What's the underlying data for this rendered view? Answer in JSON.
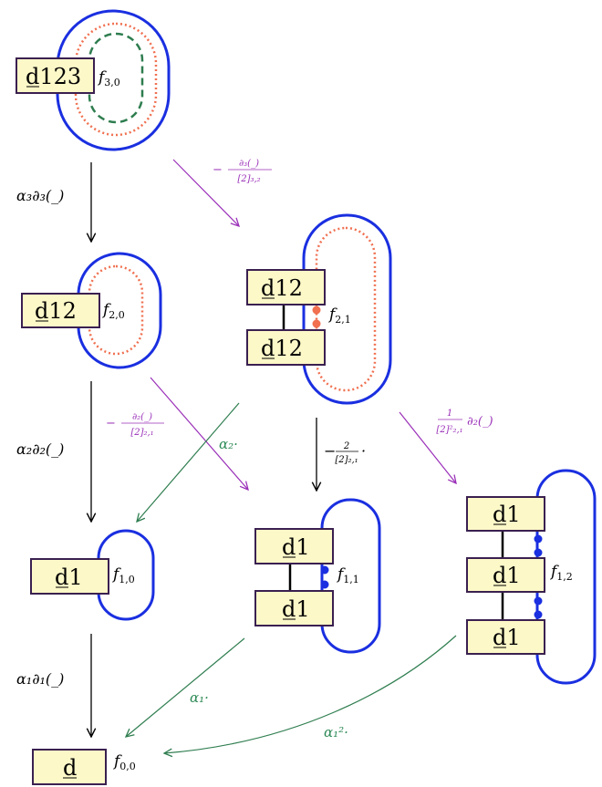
{
  "boxes": {
    "d123": "d123",
    "d12_a": "d12",
    "d12_b": "d12",
    "d12_c": "d12",
    "d1_10": "d1",
    "d1_11a": "d1",
    "d1_11b": "d1",
    "d1_12a": "d1",
    "d1_12b": "d1",
    "d1_12c": "d1",
    "d": "d"
  },
  "labels": {
    "f30": {
      "main": "f",
      "sub": "3,0"
    },
    "f20": {
      "main": "f",
      "sub": "2,0"
    },
    "f21": {
      "main": "f",
      "sub": "2,1"
    },
    "f10": {
      "main": "f",
      "sub": "1,0"
    },
    "f11": {
      "main": "f",
      "sub": "1,1"
    },
    "f12": {
      "main": "f",
      "sub": "1,2"
    },
    "f00": {
      "main": "f",
      "sub": "0,0"
    }
  },
  "edges": {
    "a3": "α₃∂₃(_)",
    "a2": "α₂∂₂(_)",
    "a1": "α₁∂₁(_)",
    "p1_num": "∂₃(_)",
    "p1_den": "[2]₃,₂",
    "p2_num": "∂₂(_)",
    "p2_den": "[2]₂,₁",
    "m_num": "2",
    "m_den": "[2]₂,₁",
    "p3_num": "1",
    "p3_den": "[2]²₂,₁",
    "p3_tail": "∂₂(_)",
    "g_a2": "α₂·",
    "g_a1": "α₁·",
    "g_a1sq": "α₁²·",
    "minus": "−",
    "dot": "·"
  },
  "colors": {
    "blue": "#1a2fe0",
    "red": "#f07050",
    "green": "#2e7d4f",
    "purple": "#9a2fb8",
    "box_fill": "#fdf8c8",
    "box_border": "#3a2050",
    "blue_dot": "#1a2fe0",
    "red_dot": "#f07050"
  }
}
